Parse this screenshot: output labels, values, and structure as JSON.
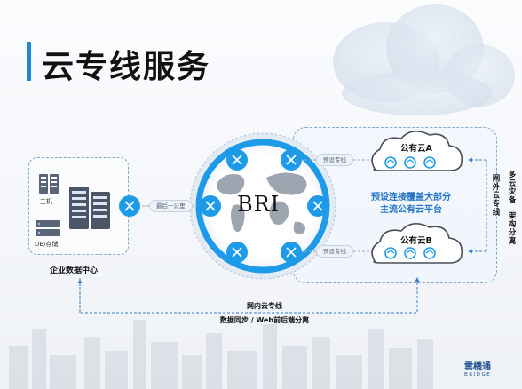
{
  "title": "云专线服务",
  "enterprise": {
    "host_label": "主机",
    "storage_label": "DB/存储",
    "caption": "企业数据中心"
  },
  "last_mile_label": "最后一公里",
  "core_label": "BRI",
  "preset_label_top": "预设专线",
  "preset_label_bottom": "预设专线",
  "cloud_a_name": "公有云A",
  "cloud_b_name": "公有云B",
  "coverage_line1": "预设连接覆盖大部分",
  "coverage_line2": "主流公有云平台",
  "inter_cloud_label": "网外云专线",
  "side_note_line1": "多云灾备",
  "side_note_line2": "架构分离",
  "bottom_line1": "网内云专线",
  "bottom_line2": "数据同步 / Web前后端分离",
  "logo_cn": "雲橋通",
  "logo_en": "BRIDGE",
  "colors": {
    "accent": "#1f86d6",
    "node": "#1e9be8",
    "dashed": "#7aa9d6",
    "coverage_text": "#2575c4"
  }
}
